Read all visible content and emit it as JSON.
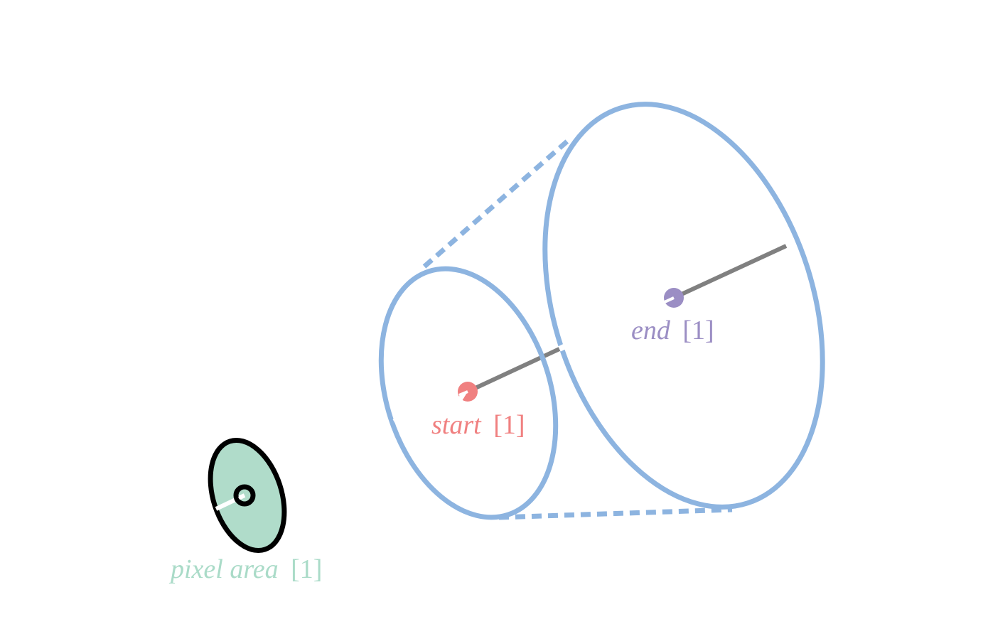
{
  "colors": {
    "start": "#f08080",
    "end": "#9b8ec4",
    "pixel_area_fill": "#b0dcca",
    "pixel_area_text": "#aadbc8",
    "cone": "#8db4e0",
    "radius": "#808080",
    "outline": "#000000"
  },
  "labels": {
    "start": {
      "name": "start",
      "suffix": "[1]"
    },
    "end": {
      "name": "end",
      "suffix": "[1]"
    },
    "pixel_area": {
      "name": "pixel area",
      "suffix": "[1]"
    }
  }
}
